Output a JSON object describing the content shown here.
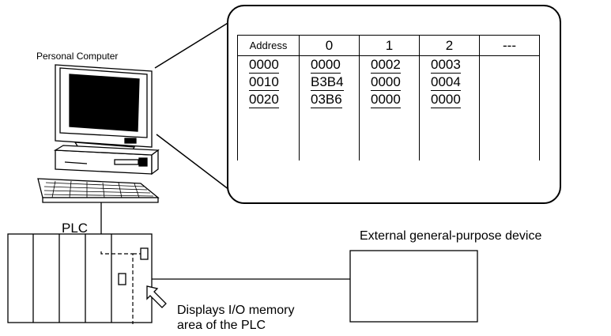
{
  "labels": {
    "personal_computer": "Personal Computer",
    "plc": "PLC",
    "external_device": "External general-purpose device",
    "caption_line1": "Displays I/O memory",
    "caption_line2": "area of the PLC"
  },
  "memory_table": {
    "headers": [
      "Address",
      "0",
      "1",
      "2",
      "---"
    ],
    "rows": [
      [
        "0000",
        "0000",
        "0002",
        "0003",
        ""
      ],
      [
        "0010",
        "B3B4",
        "0000",
        "0004",
        ""
      ],
      [
        "0020",
        "03B6",
        "0000",
        "0000",
        ""
      ]
    ]
  }
}
